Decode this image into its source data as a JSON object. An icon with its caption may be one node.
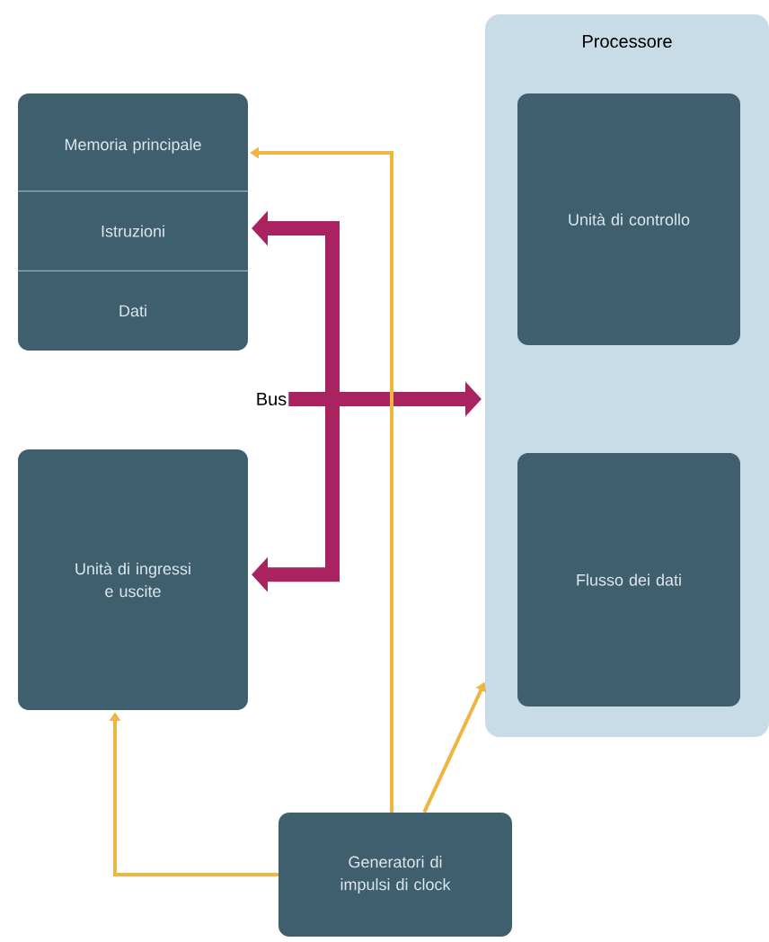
{
  "diagram": {
    "nodes": [
      {
        "text": [
          "Memoria principale",
          "Istruzioni",
          "Dati"
        ]
      },
      {
        "text": [
          "Unità di ingressi e uscite"
        ]
      },
      {
        "text": [
          "Processore"
        ]
      },
      {
        "text": [
          "Unità di controllo"
        ],
        "in": 2
      },
      {
        "text": [
          "Flusso dei dati"
        ],
        "in": 2
      },
      {
        "text": [
          "Generatori di impulsi di clock"
        ]
      },
      {
        "text": [
          "Bus"
        ]
      }
    ],
    "edges": [
      {
        "from": 6,
        "to": 0,
        "arrow": "to",
        "style": "thick",
        "color": "#a8235f"
      },
      {
        "from": 6,
        "to": 1,
        "arrow": "to",
        "style": "thick",
        "color": "#a8235f"
      },
      {
        "from": 6,
        "to": 2,
        "arrow": "to",
        "style": "thick",
        "color": "#a8235f"
      },
      {
        "from": 5,
        "to": 0,
        "arrow": "to",
        "color": "#f0b440"
      },
      {
        "from": 5,
        "to": 1,
        "arrow": "to",
        "color": "#f0b440"
      },
      {
        "from": 5,
        "to": 2,
        "arrow": "to",
        "color": "#f0b440"
      }
    ]
  }
}
